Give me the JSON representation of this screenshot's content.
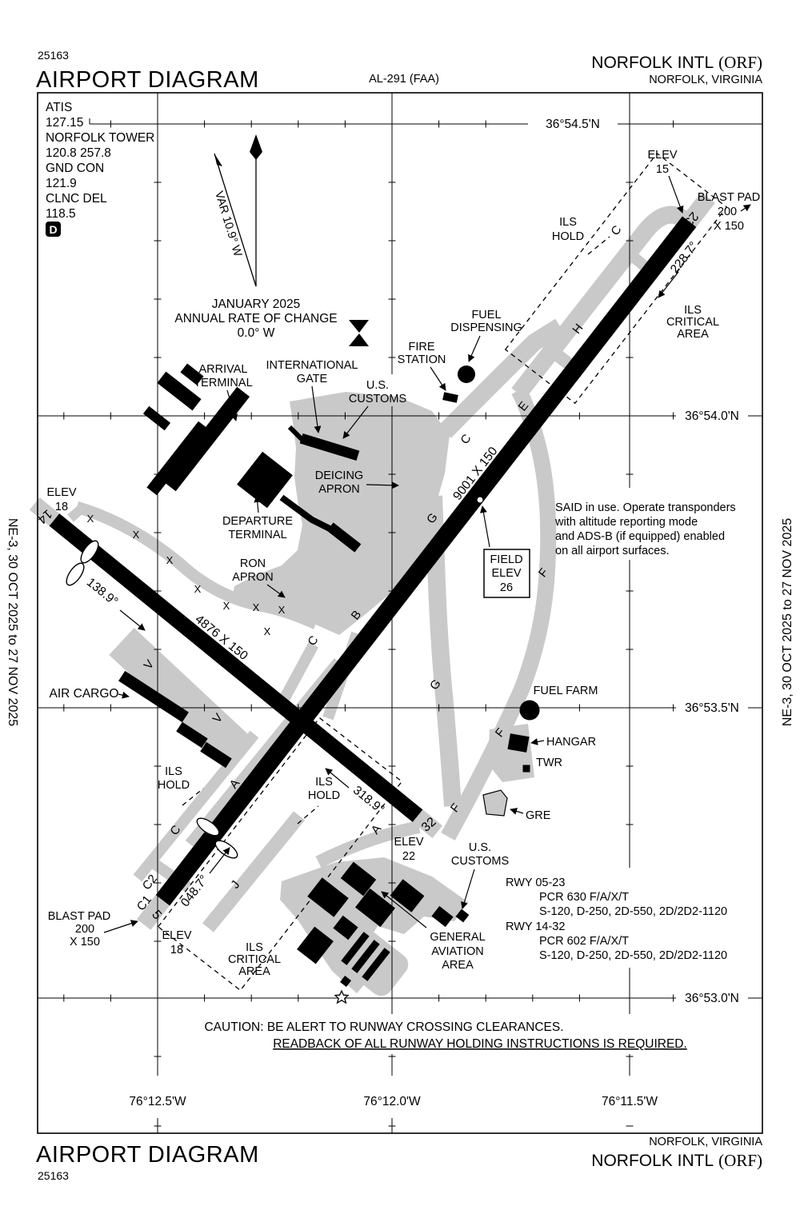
{
  "header": {
    "procedure_number": "25163",
    "title": "AIRPORT DIAGRAM",
    "chart_ref": "AL-291 (FAA)",
    "airport_name": "NORFOLK INTL",
    "airport_id": "(ORF)",
    "city": "NORFOLK, VIRGINIA"
  },
  "footer": {
    "procedure_number": "25163",
    "title": "AIRPORT DIAGRAM",
    "airport_name": "NORFOLK INTL",
    "airport_id": "(ORF)",
    "city": "NORFOLK, VIRGINIA"
  },
  "edge": {
    "left": "NE-3,  30 OCT 2025  to  27 NOV 2025",
    "right": "NE-3,  30 OCT 2025  to  27 NOV 2025"
  },
  "comm": {
    "atis_label": "ATIS",
    "atis_freq": "127.15",
    "tower_label": "NORFOLK TOWER",
    "tower_freq": "120.8  257.8",
    "gnd_label": "GND CON",
    "gnd_freq": "121.9",
    "clnc_label": "CLNC DEL",
    "clnc_freq": "118.5",
    "datis_symbol": "D"
  },
  "compass": {
    "variation": "VAR 10.9° W",
    "date": "JANUARY 2025",
    "rate_line": "ANNUAL RATE OF CHANGE",
    "rate_value": "0.0° W"
  },
  "coordinates": {
    "lat": [
      "36°54.5'N",
      "36°54.0'N",
      "36°53.5'N",
      "36°53.0'N"
    ],
    "lon": [
      "76°12.5'W",
      "76°12.0'W",
      "76°11.5'W"
    ]
  },
  "runways": {
    "rwy_05_23": {
      "end_ne": "23",
      "end_sw": "5",
      "dimensions": "9001 X 150",
      "heading_ne": "228.7°",
      "heading_sw": "048.7°"
    },
    "rwy_14_32": {
      "end_nw": "14",
      "end_se": "32",
      "dimensions": "4876 X 150",
      "heading_nw": "138.9°",
      "heading_se": "318.9°"
    }
  },
  "elevations": {
    "rwy23": [
      "ELEV",
      "15"
    ],
    "rwy14": [
      "ELEV",
      "18"
    ],
    "rwy32": [
      "ELEV",
      "22"
    ],
    "rwy5": [
      "ELEV",
      "18"
    ],
    "field": [
      "FIELD",
      "ELEV",
      "26"
    ]
  },
  "features": {
    "blast_pad_ne": [
      "BLAST PAD",
      "200",
      "X 150"
    ],
    "blast_pad_sw": [
      "BLAST PAD",
      "200",
      "X 150"
    ],
    "ils_hold_ne": [
      "ILS",
      "HOLD"
    ],
    "ils_hold_sw": [
      "ILS",
      "HOLD"
    ],
    "ils_hold_mid": [
      "ILS",
      "HOLD"
    ],
    "ils_critical_ne": [
      "ILS",
      "CRITICAL",
      "AREA"
    ],
    "ils_critical_sw": [
      "ILS",
      "CRITICAL",
      "AREA"
    ],
    "fuel_dispensing": [
      "FUEL",
      "DISPENSING"
    ],
    "fire_station": [
      "FIRE",
      "STATION"
    ],
    "us_customs_n": [
      "U.S.",
      "CUSTOMS"
    ],
    "us_customs_s": [
      "U.S.",
      "CUSTOMS"
    ],
    "arrival_terminal": [
      "ARRIVAL",
      "TERMINAL"
    ],
    "international_gate": [
      "INTERNATIONAL",
      "GATE"
    ],
    "deicing_apron": [
      "DEICING",
      "APRON"
    ],
    "departure_terminal": [
      "DEPARTURE",
      "TERMINAL"
    ],
    "ron_apron": [
      "RON",
      "APRON"
    ],
    "general_aviation": [
      "GENERAL",
      "AVIATION",
      "AREA"
    ],
    "air_cargo": "AIR CARGO",
    "fuel_farm": "FUEL FARM",
    "hangar": "HANGAR",
    "twr": "TWR",
    "gre": "GRE"
  },
  "taxiway_letters": [
    "C",
    "H",
    "E",
    "C",
    "G",
    "F",
    "G",
    "F",
    "F",
    "B",
    "C",
    "V",
    "V",
    "A",
    "C",
    "A",
    "J",
    "C2",
    "C1"
  ],
  "closed_mark": "X",
  "notes": {
    "said_note": [
      "SAID in use. Operate transponders",
      "with altitude reporting mode",
      "and ADS-B (if equipped) enabled",
      "on all airport surfaces."
    ],
    "caution_line1": "CAUTION: BE ALERT TO RUNWAY CROSSING CLEARANCES.",
    "caution_line2": "READBACK OF ALL RUNWAY HOLDING INSTRUCTIONS IS REQUIRED."
  },
  "runway_data": {
    "rwy1": "RWY 05-23",
    "rwy1_pcr": "PCR 630 F/A/X/T",
    "rwy1_strength": "S-120, D-250, 2D-550, 2D/2D2-1120",
    "rwy2": "RWY 14-32",
    "rwy2_pcr": "PCR 602 F/A/X/T",
    "rwy2_strength": "S-120, D-250, 2D-550, 2D/2D2-1120"
  },
  "colors": {
    "taxiway_gray": "#c9c9c9",
    "ink": "#000000",
    "paper": "#ffffff"
  }
}
